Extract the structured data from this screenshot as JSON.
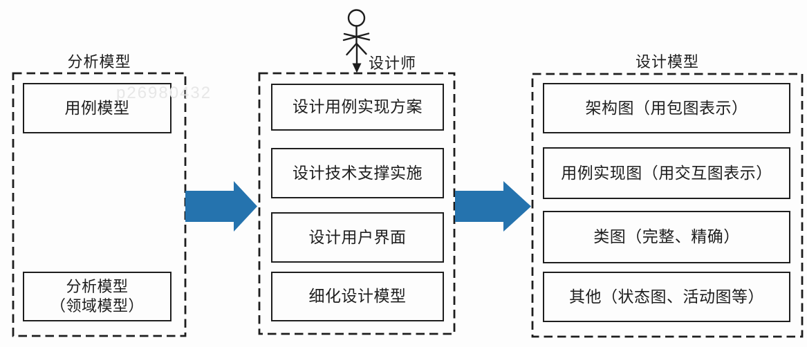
{
  "actor": {
    "label": "设计师"
  },
  "columns": [
    {
      "title": "分析模型",
      "boxes": [
        {
          "label": "用例模型"
        },
        {
          "label": "分析模型",
          "label2": "（领域模型）"
        }
      ]
    },
    {
      "boxes": [
        {
          "label": "设计用例实现方案"
        },
        {
          "label": "设计技术支撑实施"
        },
        {
          "label": "设计用户界面"
        },
        {
          "label": "细化设计模型"
        }
      ]
    },
    {
      "title": "设计模型",
      "boxes": [
        {
          "label": "架构图（用包图表示）"
        },
        {
          "label": "用例实现图（用交互图表示）"
        },
        {
          "label": "类图（完整、精确）"
        },
        {
          "label": "其他（状态图、活动图等）"
        }
      ]
    }
  ],
  "arrows": {
    "direction": "right",
    "count": 2,
    "color": "#2573AE"
  },
  "watermark": {
    "text": "p26980432"
  },
  "colors": {
    "line": "#1d1d1d",
    "background": "#fdfdfd",
    "arrow": "#2573AE"
  }
}
